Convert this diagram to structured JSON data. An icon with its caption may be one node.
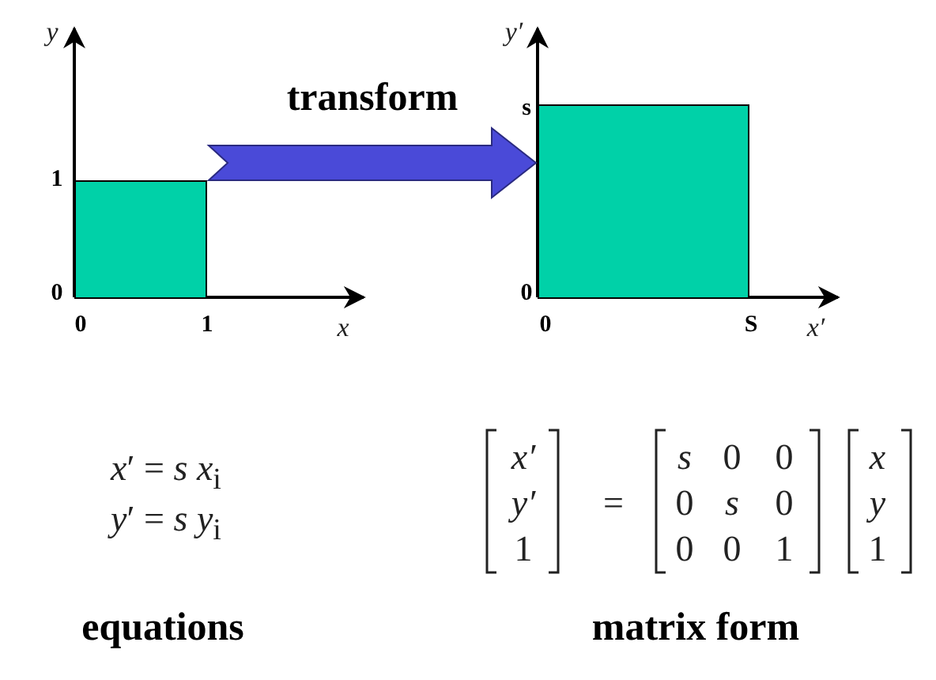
{
  "diagram": {
    "nodes": [
      {
        "text": [],
        "shape": "box"
      },
      {
        "text": [],
        "shape": "box"
      }
    ],
    "edges": [
      {
        "from": 0,
        "to": 1,
        "arrow": "to",
        "label": "transform"
      }
    ],
    "labels": [
      "y",
      "1",
      "0",
      "0",
      "1",
      "x",
      "y′",
      "s",
      "0",
      "0",
      "S",
      "x′",
      "*x*′ = *s x*$_{i}$",
      "*y*′ = *s y*$_{i}$",
      "x′",
      "y′",
      "1",
      "=",
      "s",
      "0",
      "0",
      "0",
      "s",
      "0",
      "0",
      "0",
      "1",
      "x",
      "y",
      "1",
      "equations",
      "matrix form"
    ]
  }
}
